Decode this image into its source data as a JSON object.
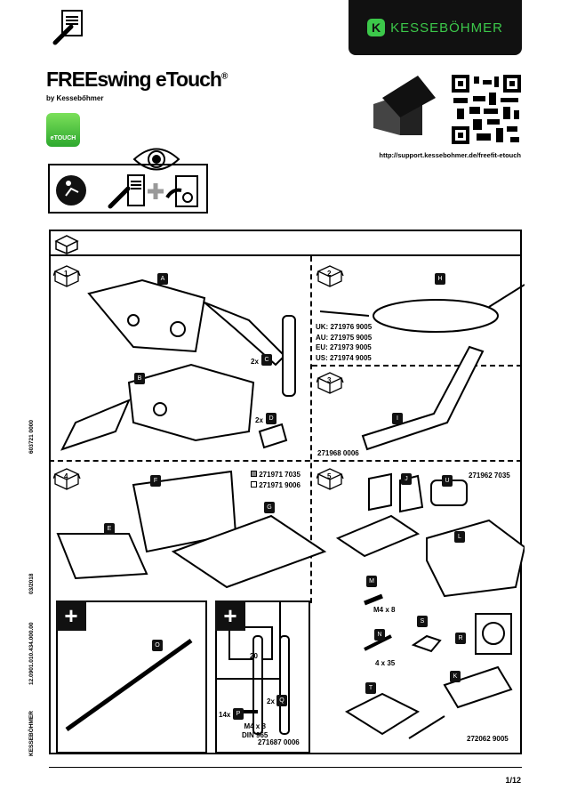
{
  "header": {
    "brand": "KESSEBÖHMER",
    "brand_initial": "K",
    "title": "FREEswing eTouch",
    "registered": "®",
    "subtitle": "by Kessebőhmer",
    "etouch_label": "eTOUCH",
    "url": "http://support.kessebohmer.de/freefit-etouch"
  },
  "colors": {
    "brand_green": "#3cc84a"
  },
  "side_text": [
    "KESSEBÖHMER",
    "12.0901.010.434.000.00",
    "03/2018",
    "603721 0000"
  ],
  "sections": [
    {
      "number": "1",
      "parts": [
        {
          "letter": "A"
        },
        {
          "letter": "B"
        },
        {
          "letter": "C",
          "qty": "2x"
        },
        {
          "letter": "D",
          "qty": "2x"
        }
      ]
    },
    {
      "number": "2",
      "parts": [
        {
          "letter": "H"
        }
      ],
      "codes": [
        "UK: 271976 9005",
        "AU: 271975 9005",
        "EU: 271973 9005",
        "US: 271974 9005"
      ]
    },
    {
      "number": "3",
      "parts": [
        {
          "letter": "I"
        }
      ],
      "codes": [
        "271968 0006"
      ]
    },
    {
      "number": "4",
      "parts": [
        {
          "letter": "F"
        },
        {
          "letter": "E"
        },
        {
          "letter": "G"
        }
      ],
      "codes": [
        "271971 7035",
        "271971 9006"
      ]
    },
    {
      "number": "5",
      "parts": [
        {
          "letter": "J"
        },
        {
          "letter": "U"
        },
        {
          "letter": "L"
        },
        {
          "letter": "M",
          "spec": "M4 x 8"
        },
        {
          "letter": "N",
          "spec": "4 x 35"
        },
        {
          "letter": "S"
        },
        {
          "letter": "R"
        },
        {
          "letter": "T"
        },
        {
          "letter": "K"
        }
      ],
      "codes": [
        "271962 7035",
        "272062 9005"
      ]
    }
  ],
  "optional": {
    "plus": "+",
    "o": {
      "letter": "O"
    },
    "dim": "20",
    "q": {
      "letter": "Q",
      "qty": "2x"
    },
    "p": {
      "letter": "P",
      "qty": "14x",
      "spec1": "M4 x 8",
      "spec2": "DIN 965"
    },
    "code": "271687 0006"
  },
  "footer": {
    "page": "1/12"
  }
}
